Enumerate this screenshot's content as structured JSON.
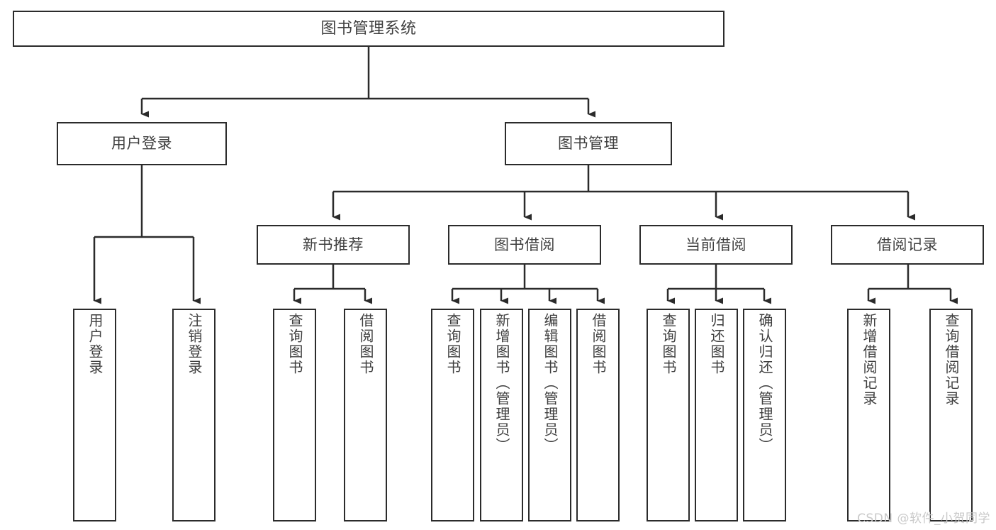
{
  "diagram": {
    "title": "图书管理系统",
    "type": "tree-hierarchy",
    "watermark": "CSDN @软件_小贺同学",
    "colors": {
      "background": "#ffffff",
      "box_border": "#2b2b2b",
      "box_fill": "#ffffff",
      "text": "#3f3f3f",
      "connector": "#2b2b2b",
      "watermark": "#c9c9c9"
    },
    "nodes": {
      "root": {
        "label": "图书管理系统"
      },
      "level2": [
        {
          "label": "用户登录"
        },
        {
          "label": "图书管理"
        }
      ],
      "level3": [
        {
          "label": "新书推荐"
        },
        {
          "label": "图书借阅"
        },
        {
          "label": "当前借阅"
        },
        {
          "label": "借阅记录"
        }
      ],
      "leaves": {
        "user_login": [
          {
            "label": "用户登录"
          },
          {
            "label": "注销登录"
          }
        ],
        "new_book_recommend": [
          {
            "label": "查询图书"
          },
          {
            "label": "借阅图书"
          }
        ],
        "book_borrow": [
          {
            "label": "查询图书"
          },
          {
            "label": "新增图书（管理员）"
          },
          {
            "label": "编辑图书（管理员）"
          },
          {
            "label": "借阅图书"
          }
        ],
        "current_borrow": [
          {
            "label": "查询图书"
          },
          {
            "label": "归还图书"
          },
          {
            "label": "确认归还（管理员）"
          }
        ],
        "borrow_record": [
          {
            "label": "新增借阅记录"
          },
          {
            "label": "查询借阅记录"
          }
        ]
      }
    }
  }
}
